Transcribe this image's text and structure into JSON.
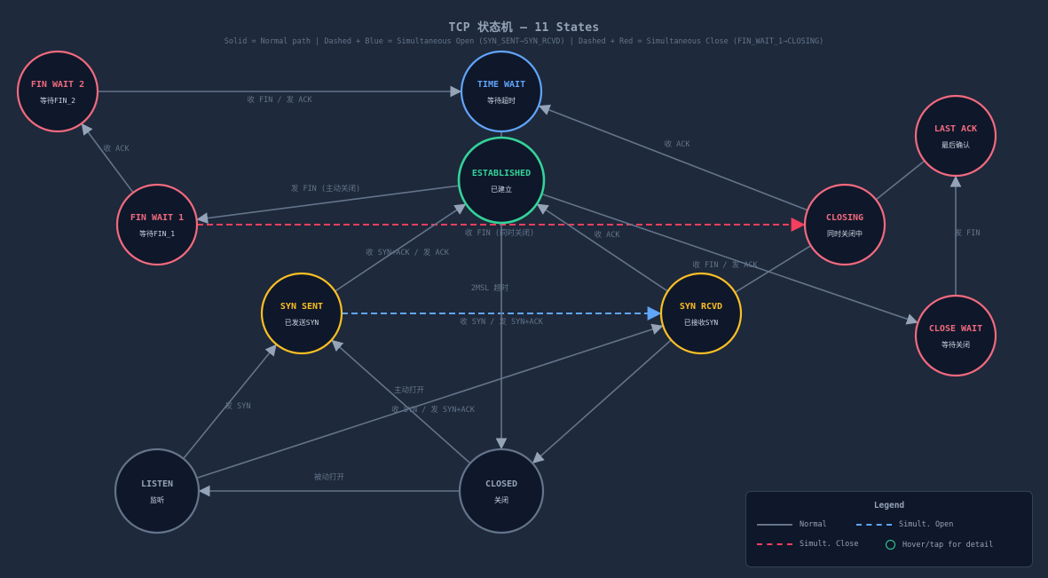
{
  "header": {
    "title": "TCP 状态机 — 11 States",
    "subtitle": "Solid = Normal path  |  Dashed + Blue = Simultaneous Open (SYN_SENT→SYN_RCVD)  |  Dashed + Red = Simultaneous Close (FIN_WAIT_1→CLOSING)"
  },
  "colors": {
    "background": "#1e293b",
    "node_fill": "#0f172a",
    "red": "#f26a7e",
    "blue": "#60a5fa",
    "green": "#34d399",
    "amber": "#fbbf24",
    "gray": "#64748b",
    "edge": "#64748b",
    "simult_open": "#60a5fa",
    "simult_close": "#f43f5e"
  },
  "nodes": [
    {
      "id": "fin_wait_2",
      "name": "FIN WAIT 2",
      "sub": "等待FIN_2",
      "color": "red"
    },
    {
      "id": "time_wait",
      "name": "TIME WAIT",
      "sub": "等待超时",
      "color": "blue"
    },
    {
      "id": "last_ack",
      "name": "LAST ACK",
      "sub": "最后确认",
      "color": "red"
    },
    {
      "id": "established",
      "name": "ESTABLISHED",
      "sub": "已建立",
      "color": "green"
    },
    {
      "id": "fin_wait_1",
      "name": "FIN WAIT 1",
      "sub": "等待FIN_1",
      "color": "red"
    },
    {
      "id": "closing",
      "name": "CLOSING",
      "sub": "同时关闭中",
      "color": "red"
    },
    {
      "id": "syn_sent",
      "name": "SYN SENT",
      "sub": "已发送SYN",
      "color": "amber"
    },
    {
      "id": "syn_rcvd",
      "name": "SYN RCVD",
      "sub": "已接收SYN",
      "color": "amber"
    },
    {
      "id": "close_wait",
      "name": "CLOSE WAIT",
      "sub": "等待关闭",
      "color": "red"
    },
    {
      "id": "listen",
      "name": "LISTEN",
      "sub": "监听",
      "color": "gray"
    },
    {
      "id": "closed",
      "name": "CLOSED",
      "sub": "关闭",
      "color": "gray"
    }
  ],
  "edges": [
    {
      "from": "fin_wait_2",
      "to": "time_wait",
      "label": "收 FIN / 发 ACK",
      "style": "solid"
    },
    {
      "from": "fin_wait_1",
      "to": "fin_wait_2",
      "label": "收 ACK",
      "style": "solid"
    },
    {
      "from": "closing",
      "to": "time_wait",
      "label": "收 ACK",
      "style": "solid"
    },
    {
      "from": "established",
      "to": "fin_wait_1",
      "label": "发 FIN (主动关闭)",
      "style": "solid"
    },
    {
      "from": "fin_wait_1",
      "to": "closing",
      "label": "",
      "style": "simult_close"
    },
    {
      "from": "established",
      "to": "close_wait",
      "label": "收 FIN (同时关闭)",
      "style": "solid"
    },
    {
      "from": "close_wait",
      "to": "last_ack",
      "label": "发 FIN",
      "style": "solid"
    },
    {
      "from": "syn_sent",
      "to": "established",
      "label": "收 SYN+ACK / 发 ACK",
      "style": "solid"
    },
    {
      "from": "syn_rcvd",
      "to": "established",
      "label": "收 ACK",
      "style": "solid"
    },
    {
      "from": "syn_sent",
      "to": "syn_rcvd",
      "label": "收 SYN / 发 SYN+ACK",
      "style": "simult_open"
    },
    {
      "from": "established",
      "to": "closed",
      "label": "2MSL 超时",
      "style": "solid"
    },
    {
      "from": "listen",
      "to": "syn_sent",
      "label": "发 SYN",
      "style": "solid"
    },
    {
      "from": "closed",
      "to": "syn_sent",
      "label": "主动打开",
      "style": "solid"
    },
    {
      "from": "listen",
      "to": "syn_rcvd",
      "label": "收 SYN / 发 SYN+ACK",
      "style": "solid"
    },
    {
      "from": "closed",
      "to": "listen",
      "label": "被动打开",
      "style": "solid"
    },
    {
      "from": "syn_rcvd",
      "to": "closed",
      "label": "",
      "style": "solid"
    },
    {
      "from": "syn_rcvd",
      "to": "closing",
      "label": "收 FIN / 发 ACK",
      "style": "plain"
    },
    {
      "from": "closing",
      "to": "last_ack",
      "label": "",
      "style": "plain"
    },
    {
      "from": "time_wait",
      "to": "established",
      "label": "",
      "style": "plain"
    }
  ],
  "legend": {
    "title": "Legend",
    "normal": "Normal",
    "simult_open": "Simult. Open",
    "simult_close": "Simult. Close",
    "hover": "Hover/tap for detail"
  }
}
